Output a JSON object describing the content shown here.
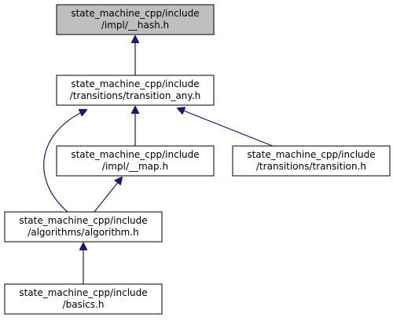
{
  "graph": {
    "nodes": [
      {
        "id": "hash",
        "lines": [
          "state_machine_cpp/include",
          "/impl/__hash.h"
        ],
        "highlighted": true,
        "icon": "file-node"
      },
      {
        "id": "transition_any",
        "lines": [
          "state_machine_cpp/include",
          "/transitions/transition_any.h"
        ],
        "highlighted": false,
        "icon": "file-node"
      },
      {
        "id": "map",
        "lines": [
          "state_machine_cpp/include",
          "/impl/__map.h"
        ],
        "highlighted": false,
        "icon": "file-node"
      },
      {
        "id": "transition",
        "lines": [
          "state_machine_cpp/include",
          "/transitions/transition.h"
        ],
        "highlighted": false,
        "icon": "file-node"
      },
      {
        "id": "algorithm",
        "lines": [
          "state_machine_cpp/include",
          "/algorithms/algorithm.h"
        ],
        "highlighted": false,
        "icon": "file-node"
      },
      {
        "id": "basics",
        "lines": [
          "state_machine_cpp/include",
          "/basics.h"
        ],
        "highlighted": false,
        "icon": "file-node"
      }
    ],
    "edges": [
      {
        "from": "transition_any",
        "to": "hash"
      },
      {
        "from": "map",
        "to": "transition_any"
      },
      {
        "from": "transition",
        "to": "transition_any"
      },
      {
        "from": "algorithm",
        "to": "transition_any"
      },
      {
        "from": "algorithm",
        "to": "map"
      },
      {
        "from": "basics",
        "to": "algorithm"
      }
    ],
    "colors": {
      "edge": "#191970",
      "node_border": "#000000",
      "node_fill": "#ffffff",
      "highlight_fill": "#bfbfbf",
      "text": "#000000"
    }
  }
}
